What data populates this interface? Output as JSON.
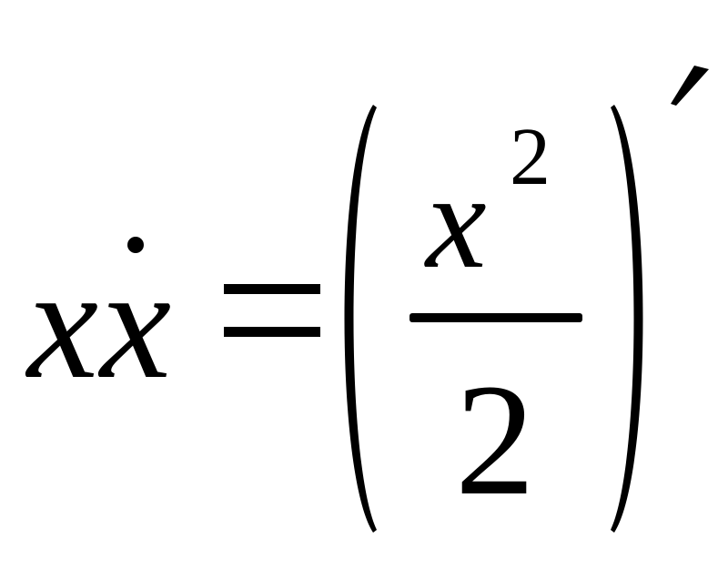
{
  "formula": {
    "lhs_var_1": "x",
    "lhs_var_2": "x",
    "lhs_dot": "·",
    "equals": "=",
    "numerator_var": "x",
    "numerator_exponent": "2",
    "denominator": "2",
    "derivative_mark": "′"
  }
}
